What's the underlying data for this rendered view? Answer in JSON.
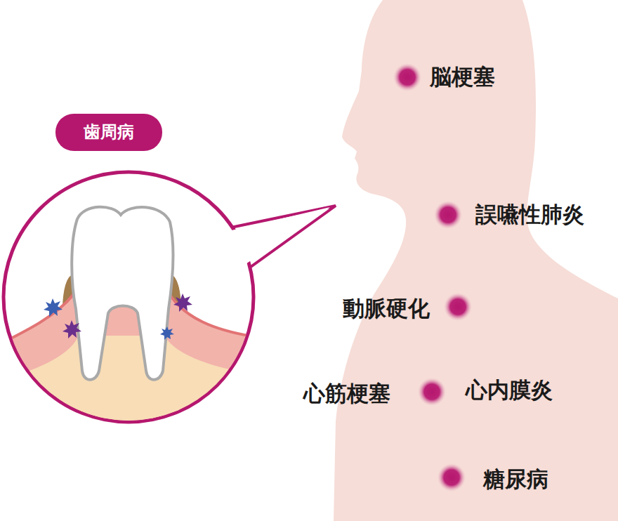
{
  "diagram": {
    "nodes": [
      {
        "text": [
          "歯周病"
        ]
      }
    ],
    "labels": [
      "脳梗塞",
      "誤嚥性肺炎",
      "動脈硬化",
      "心筋梗塞",
      "心内膜炎",
      "糖尿病"
    ]
  }
}
